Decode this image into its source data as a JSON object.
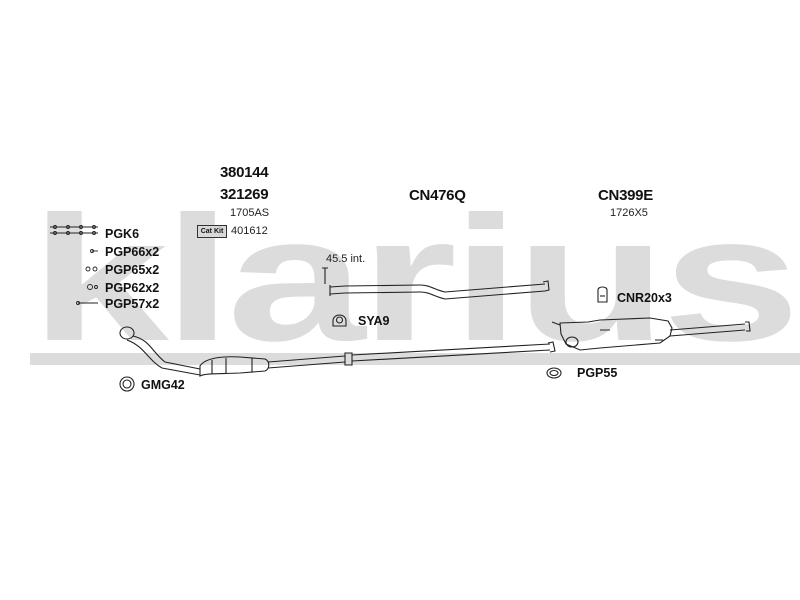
{
  "watermark": "klarius",
  "catalytic": {
    "part_number_1": "380144",
    "part_number_2": "321269",
    "sub_code": "1705AS",
    "cat_kit_badge": "Cat Kit",
    "cat_kit_number": "401612"
  },
  "middle_pipe": {
    "part_number": "CN476Q",
    "dimension_note": "45.5 int."
  },
  "rear_silencer": {
    "part_number": "CN399E",
    "sub_code": "1726X5"
  },
  "fitting_kits": [
    {
      "label": "PGK6"
    },
    {
      "label": "PGP66x2"
    },
    {
      "label": "PGP65x2"
    },
    {
      "label": "PGP62x2"
    },
    {
      "label": "PGP57x2"
    }
  ],
  "fittings": {
    "gasket": "GMG42",
    "mount_sya": "SYA9",
    "mount_cnr": "CNR20x3",
    "clamp_pgp": "PGP55"
  },
  "colors": {
    "watermark": "#dcdcdc",
    "line": "#222222"
  }
}
